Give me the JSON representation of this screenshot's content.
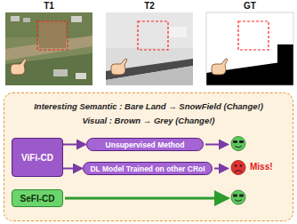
{
  "diagram": {
    "nodes": [
      {
        "text": [
          "Interesting Semantic : Bare Land → SnowField (Change!)",
          "Visual : Brown → Grey (Change!)"
        ]
      },
      {
        "text": [
          "ViFi-CD"
        ],
        "in": 0
      },
      {
        "text": [
          "Unsupervised Method"
        ],
        "in": 0
      },
      {
        "text": [
          "DL Model Trained on other CRoI"
        ],
        "in": 0
      },
      {
        "text": [
          "SeFI-CD"
        ],
        "in": 0
      }
    ],
    "edges": [
      {
        "from": 1,
        "to": 2,
        "arrow": "to"
      },
      {
        "from": 1,
        "to": 3,
        "arrow": "to"
      }
    ],
    "labels": [
      "T1",
      "T2",
      "GT",
      "Miss!"
    ]
  }
}
